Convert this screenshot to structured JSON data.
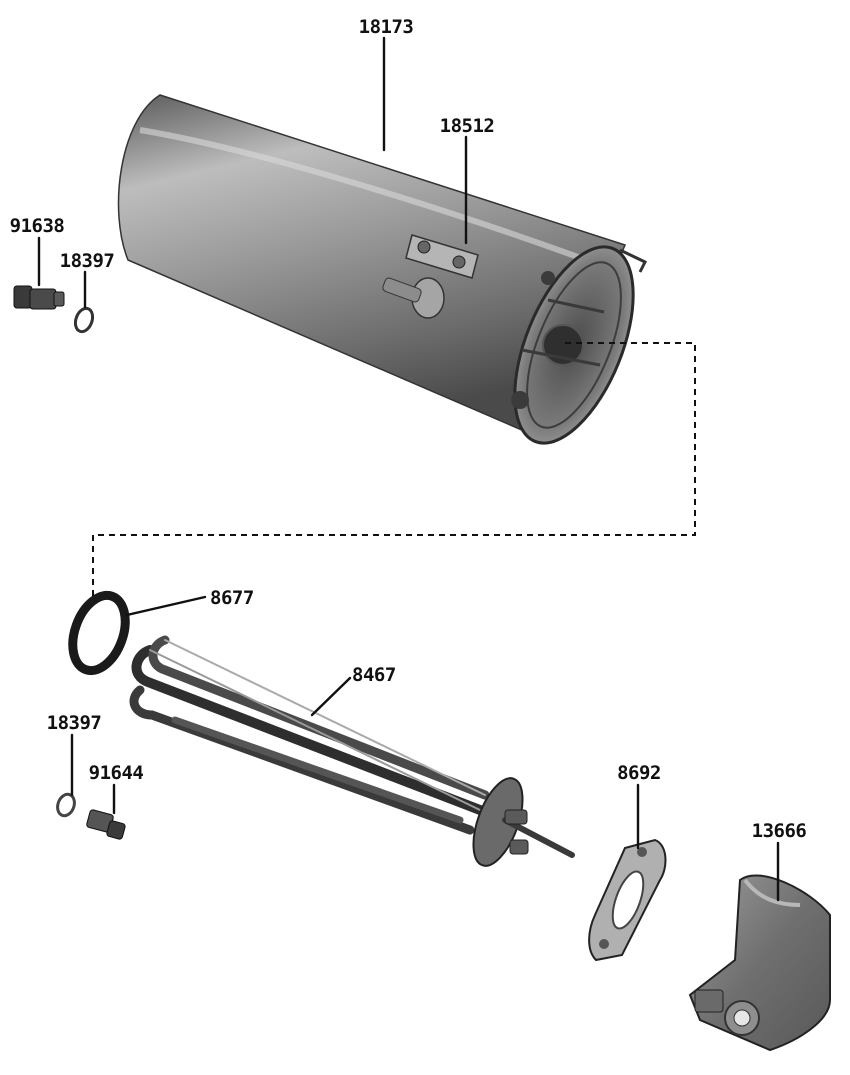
{
  "parts": [
    {
      "id": "tank",
      "number": "18173"
    },
    {
      "id": "bracket",
      "number": "18512"
    },
    {
      "id": "plug-top",
      "number": "91638"
    },
    {
      "id": "washer-top",
      "number": "18397"
    },
    {
      "id": "oring",
      "number": "8677"
    },
    {
      "id": "heating-element",
      "number": "8467"
    },
    {
      "id": "washer-bottom",
      "number": "18397"
    },
    {
      "id": "plug-bottom",
      "number": "91644"
    },
    {
      "id": "gasket-plate",
      "number": "8692"
    },
    {
      "id": "cover",
      "number": "13666"
    }
  ],
  "colors": {
    "ink": "#111111",
    "metal": "#8a8a8a",
    "background": "#ffffff"
  }
}
